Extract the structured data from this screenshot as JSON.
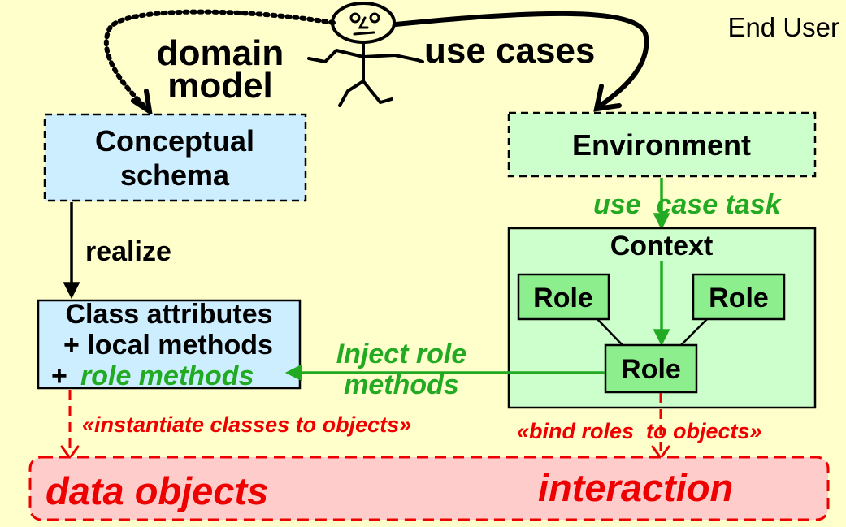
{
  "diagram": {
    "corner_label": "End User",
    "actor": {
      "name": "end-user-stick-figure",
      "arrow_left_label": [
        "domain",
        "model"
      ],
      "arrow_right_label": "use cases"
    },
    "boxes": {
      "conceptual_schema": [
        "Conceptual",
        "schema"
      ],
      "environment": "Environment",
      "context": "Context",
      "class_box": {
        "line1": "Class attributes",
        "line2": "+ local methods",
        "line3_prefix": "+",
        "line3_green": "role methods"
      },
      "roles": [
        "Role",
        "Role",
        "Role"
      ]
    },
    "edge_labels": {
      "realize": "realize",
      "use_case_task": "use  case task",
      "inject_role": [
        "Inject role",
        "methods"
      ],
      "instantiate": "«instantiate classes to objects»",
      "bind_roles": "«bind roles  to objects»"
    },
    "bottom_bar": {
      "left": "data objects",
      "right": "interaction"
    }
  },
  "colors": {
    "background": "#ffffcc",
    "conceptual_fill": "#cceeff",
    "environment_fill": "#ccffcc",
    "role_fill": "#8cee8c",
    "green_text": "#22aa22",
    "red_text": "#ee0000",
    "bottom_fill": "#ffcccc"
  }
}
